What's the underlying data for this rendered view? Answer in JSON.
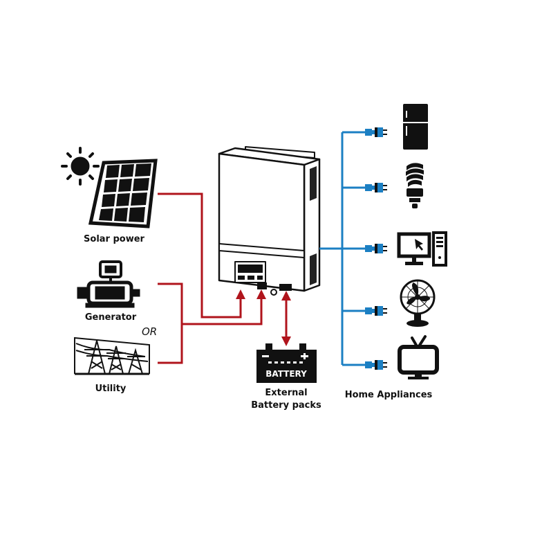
{
  "labels": {
    "solar": "Solar power",
    "generator": "Generator",
    "or": "OR",
    "utility": "Utility",
    "battery_text": "BATTERY",
    "battery_caption_line1": "External",
    "battery_caption_line2": "Battery packs",
    "appliances": "Home Appliances"
  },
  "colors": {
    "ac_line": "#b0141c",
    "load_line": "#1b7fc3",
    "ink": "#111111"
  },
  "icons": {
    "solar": "solar-panel-icon",
    "sun": "sun-icon",
    "generator": "generator-icon",
    "utility": "power-tower-icon",
    "inverter": "inverter-icon",
    "battery": "battery-icon",
    "fridge": "refrigerator-icon",
    "bulb": "cfl-bulb-icon",
    "computer": "computer-icon",
    "fan": "fan-icon",
    "tv": "tv-icon"
  }
}
